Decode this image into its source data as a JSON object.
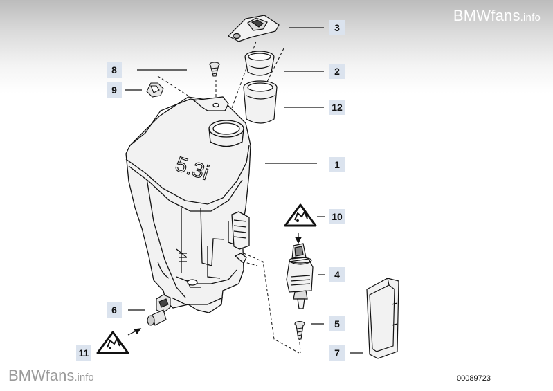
{
  "watermark": {
    "brand": "BMWfans",
    "suffix": ".info"
  },
  "diagram_id": "00089723",
  "tank_label": "5.3i",
  "callouts": [
    {
      "number": "1",
      "part": "washer-fluid-container"
    },
    {
      "number": "2",
      "part": "filter"
    },
    {
      "number": "3",
      "part": "filler-cap"
    },
    {
      "number": "4",
      "part": "washer-pump"
    },
    {
      "number": "5",
      "part": "screw"
    },
    {
      "number": "6",
      "part": "hose-connector"
    },
    {
      "number": "7",
      "part": "cover"
    },
    {
      "number": "8",
      "part": "fastening-screw"
    },
    {
      "number": "9",
      "part": "clip"
    },
    {
      "number": "10",
      "part": "warning-note"
    },
    {
      "number": "11",
      "part": "warning-note"
    },
    {
      "number": "12",
      "part": "filler-neck"
    }
  ],
  "colors": {
    "callout_bg": "#dbe3ee",
    "line": "#111111",
    "part_fill": "#f2f2f2"
  }
}
